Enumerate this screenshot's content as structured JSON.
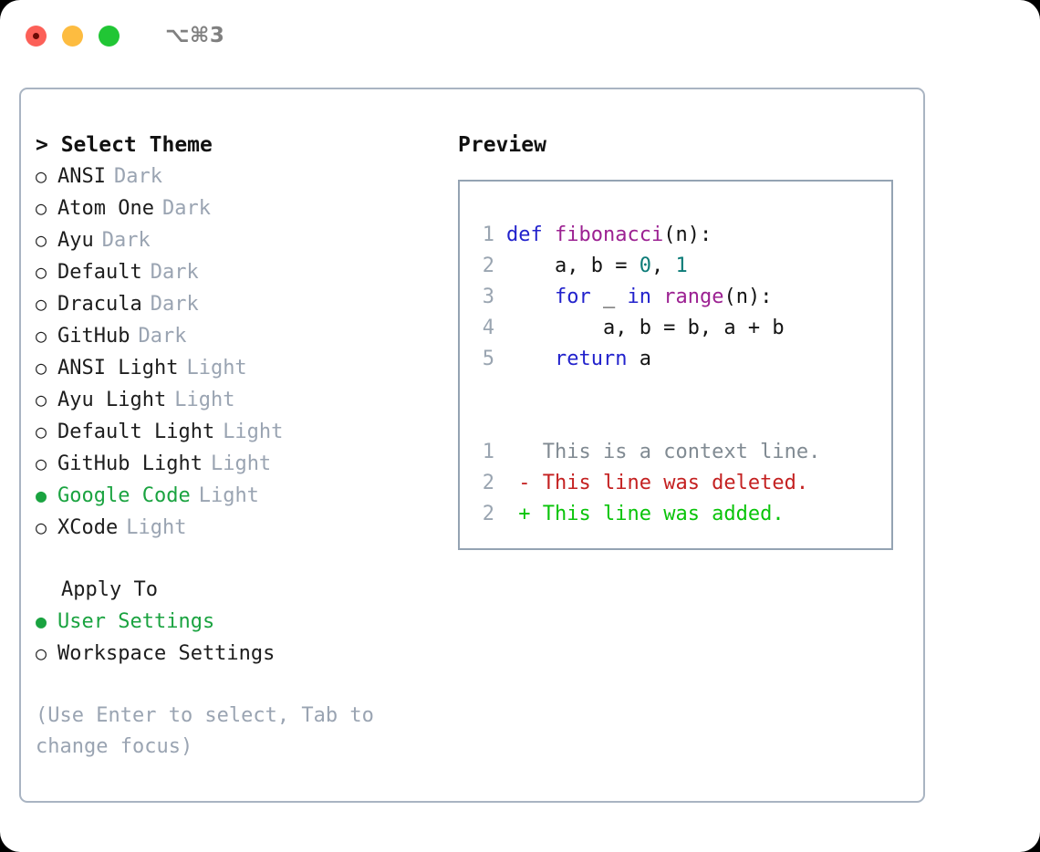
{
  "window": {
    "shortcut_badge": "⌥⌘3",
    "traffic_lights": [
      "close",
      "minimize",
      "maximize"
    ]
  },
  "theme_panel": {
    "heading": "> Select Theme",
    "marker_selected": "●",
    "marker_unselected": "○",
    "selected_color": "#1aa340",
    "kind_color": "#9aa4b2",
    "items": [
      {
        "label": "ANSI",
        "kind": "Dark",
        "selected": false
      },
      {
        "label": "Atom One",
        "kind": "Dark",
        "selected": false
      },
      {
        "label": "Ayu",
        "kind": "Dark",
        "selected": false
      },
      {
        "label": "Default",
        "kind": "Dark",
        "selected": false
      },
      {
        "label": "Dracula",
        "kind": "Dark",
        "selected": false
      },
      {
        "label": "GitHub",
        "kind": "Dark",
        "selected": false
      },
      {
        "label": "ANSI Light",
        "kind": "Light",
        "selected": false
      },
      {
        "label": "Ayu Light",
        "kind": "Light",
        "selected": false
      },
      {
        "label": "Default Light",
        "kind": "Light",
        "selected": false
      },
      {
        "label": "GitHub Light",
        "kind": "Light",
        "selected": false
      },
      {
        "label": "Google Code",
        "kind": "Light",
        "selected": true
      },
      {
        "label": "XCode",
        "kind": "Light",
        "selected": false
      }
    ]
  },
  "apply_to": {
    "heading": "Apply To",
    "items": [
      {
        "label": "User Settings",
        "selected": true
      },
      {
        "label": "Workspace Settings",
        "selected": false
      }
    ]
  },
  "hint": "(Use Enter to select, Tab to change focus)",
  "preview": {
    "heading": "Preview",
    "code_lines": [
      {
        "num": "1",
        "tokens": [
          {
            "t": "def ",
            "c": "kw"
          },
          {
            "t": "fibonacci",
            "c": "fn"
          },
          {
            "t": "(n):",
            "c": "pl"
          }
        ]
      },
      {
        "num": "2",
        "tokens": [
          {
            "t": "    a, b = ",
            "c": "pl"
          },
          {
            "t": "0",
            "c": "num"
          },
          {
            "t": ", ",
            "c": "pl"
          },
          {
            "t": "1",
            "c": "num"
          }
        ]
      },
      {
        "num": "3",
        "tokens": [
          {
            "t": "    ",
            "c": "pl"
          },
          {
            "t": "for",
            "c": "kw"
          },
          {
            "t": " _ ",
            "c": "pl"
          },
          {
            "t": "in",
            "c": "kw"
          },
          {
            "t": " ",
            "c": "pl"
          },
          {
            "t": "range",
            "c": "fn"
          },
          {
            "t": "(n):",
            "c": "pl"
          }
        ]
      },
      {
        "num": "4",
        "tokens": [
          {
            "t": "        a, b = b, a + b",
            "c": "pl"
          }
        ]
      },
      {
        "num": "5",
        "tokens": [
          {
            "t": "    ",
            "c": "pl"
          },
          {
            "t": "return",
            "c": "kw"
          },
          {
            "t": " a",
            "c": "pl"
          }
        ]
      }
    ],
    "diff_lines": [
      {
        "num": "1",
        "sign": " ",
        "text": "This is a context line.",
        "kind": "ctx"
      },
      {
        "num": "2",
        "sign": "-",
        "text": "This line was deleted.",
        "kind": "del"
      },
      {
        "num": "2",
        "sign": "+",
        "text": "This line was added.",
        "kind": "add"
      }
    ],
    "syntax_colors": {
      "keyword": "#2222cc",
      "function": "#9c2192",
      "number": "#0b7b77",
      "plain": "#141414",
      "line_number": "#9aa5b1",
      "diff_context": "#808a92",
      "diff_deleted": "#c42121",
      "diff_added": "#0ac40a"
    }
  }
}
